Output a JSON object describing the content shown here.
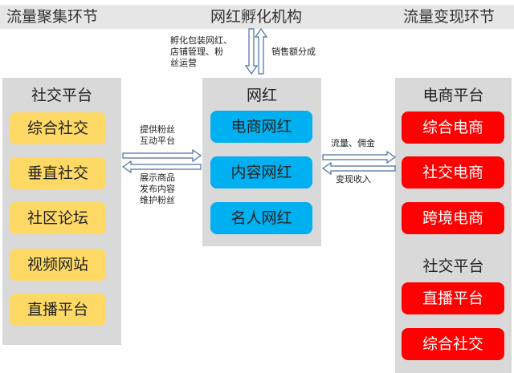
{
  "header": {
    "left": "流量聚集环节",
    "center": "网红孵化机构",
    "right": "流量变现环节"
  },
  "top_notes": {
    "left": [
      "孵化包装网红、",
      "店铺管理、粉",
      "丝运营"
    ],
    "right": "销售额分成"
  },
  "left_panel": {
    "title": "社交平台",
    "items": [
      "综合社交",
      "垂直社交",
      "社区论坛",
      "视频网站",
      "直播平台"
    ]
  },
  "center_panel": {
    "title": "网红",
    "items": [
      "电商网红",
      "内容网红",
      "名人网红"
    ]
  },
  "right_panel": {
    "title_top": "电商平台",
    "items_top": [
      "综合电商",
      "社交电商",
      "跨境电商"
    ],
    "title_bottom": "社交平台",
    "items_bottom": [
      "直播平台",
      "综合社交"
    ]
  },
  "left_link": {
    "upper": [
      "提供粉丝",
      "互动平台"
    ],
    "lower": [
      "展示商品",
      "发布内容",
      "维护粉丝"
    ]
  },
  "right_link": {
    "upper": "流量、佣金",
    "lower": "变现收入"
  },
  "colors": {
    "panel": "#d9d9d9",
    "yellow": "#ffd966",
    "blue": "#00b0f0",
    "red": "#ff0000",
    "arrow": "#4a6fa5"
  }
}
